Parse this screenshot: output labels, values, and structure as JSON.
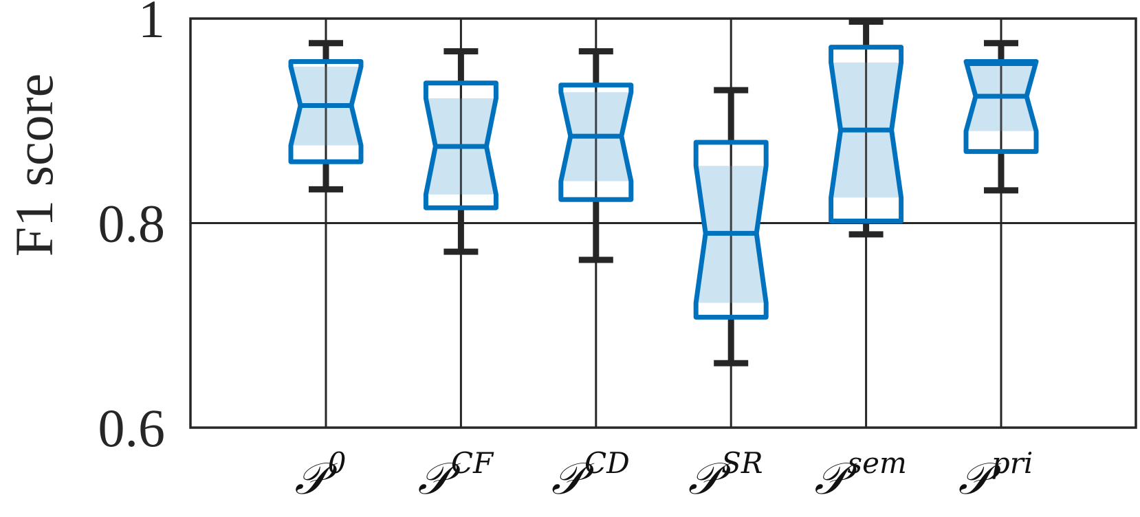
{
  "chart_data": {
    "type": "boxplot",
    "notched": true,
    "title": "",
    "xlabel": "",
    "ylabel": "F1 score",
    "ylim": [
      0.6,
      1.0
    ],
    "yticks": [
      0.6,
      0.8,
      1.0
    ],
    "ytick_labels": [
      "0.6",
      "0.8",
      "1"
    ],
    "grid": true,
    "legend": null,
    "categories": [
      {
        "base": "𝒫",
        "sup": "0"
      },
      {
        "base": "𝒫",
        "sup": "CF"
      },
      {
        "base": "𝒫",
        "sup": "CD"
      },
      {
        "base": "𝒫",
        "sup": "SR"
      },
      {
        "base": "𝒫",
        "sup": "sem"
      },
      {
        "base": "𝒫",
        "sup": "pri"
      }
    ],
    "category_names": [
      "P^0",
      "P^CF",
      "P^CD",
      "P^SR",
      "P^sem",
      "P^pri"
    ],
    "boxes": [
      {
        "whisker_low": 0.833,
        "q1": 0.86,
        "notch_low": 0.876,
        "median": 0.915,
        "notch_high": 0.953,
        "q3": 0.958,
        "whisker_high": 0.976
      },
      {
        "whisker_low": 0.772,
        "q1": 0.815,
        "notch_low": 0.828,
        "median": 0.875,
        "notch_high": 0.922,
        "q3": 0.937,
        "whisker_high": 0.968
      },
      {
        "whisker_low": 0.764,
        "q1": 0.823,
        "notch_low": 0.841,
        "median": 0.885,
        "notch_high": 0.928,
        "q3": 0.935,
        "whisker_high": 0.968
      },
      {
        "whisker_low": 0.663,
        "q1": 0.708,
        "notch_low": 0.722,
        "median": 0.79,
        "notch_high": 0.856,
        "q3": 0.879,
        "whisker_high": 0.93
      },
      {
        "whisker_low": 0.789,
        "q1": 0.802,
        "notch_low": 0.825,
        "median": 0.891,
        "notch_high": 0.957,
        "q3": 0.972,
        "whisker_high": 0.997
      },
      {
        "whisker_low": 0.832,
        "q1": 0.87,
        "notch_low": 0.89,
        "median": 0.924,
        "notch_high": 0.958,
        "q3": 0.956,
        "whisker_high": 0.976
      }
    ],
    "colors": {
      "box_edge": "#0072BD",
      "box_fill": "#CCE3F2",
      "whisker": "#262626",
      "axes": "#262626",
      "grid": "#262626"
    }
  }
}
